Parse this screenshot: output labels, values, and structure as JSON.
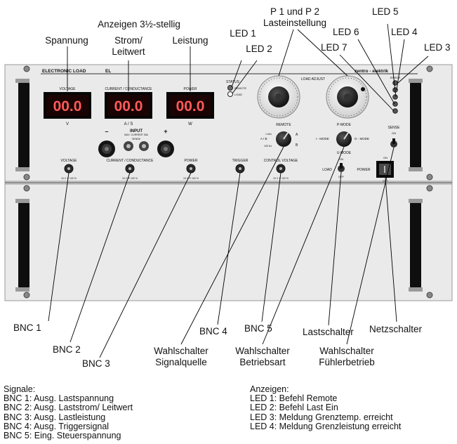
{
  "top_labels": {
    "anzeigen": "Anzeigen 3½-stellig",
    "spannung": "Spannung",
    "strom_line1": "Strom/",
    "strom_line2": "Leitwert",
    "leistung": "Leistung",
    "led1": "LED 1",
    "led2": "LED 2",
    "p1p2_line1": "P 1 und P 2",
    "p1p2_line2": "Lasteinstellung",
    "led3": "LED 3",
    "led4": "LED 4",
    "led5": "LED 5",
    "led6": "LED 6",
    "led7": "LED 7"
  },
  "bottom_labels": {
    "bnc1": "BNC 1",
    "bnc2": "BNC 2",
    "bnc3": "BNC 3",
    "bnc4": "BNC 4",
    "bnc5": "BNC 5",
    "wahl_signal_line1": "Wahlschalter",
    "wahl_signal_line2": "Signalquelle",
    "wahl_betrieb_line1": "Wahlschalter",
    "wahl_betrieb_line2": "Betriebsart",
    "lastschalter": "Lastschalter",
    "netzschalter": "Netzschalter",
    "wahl_fuehler_line1": "Wahlschalter",
    "wahl_fuehler_line2": "Fühlerbetrieb"
  },
  "panel": {
    "brand": "ELECTRONIC LOAD",
    "model": "EL",
    "maker": "zentro - elektrik",
    "status": "STATUS",
    "remote": "REMOTE",
    "load": "LOAD",
    "load_adjust": "LOAD ADJUST",
    "voltage": "VOLTAGE",
    "current_conductance": "CURRENT / CONDUCTANCE",
    "power": "POWER",
    "display_value": "00.0",
    "unit_v": "V",
    "unit_as": "A / S",
    "unit_w": "W",
    "input": "INPUT",
    "input_sub": "MAX. CURRENT 35A",
    "sense": "SENSE",
    "minus": "–",
    "plus": "+",
    "trigger": "TRIGGER",
    "control_voltage": "CONTROL VOLTAGE",
    "remote_sw": "REMOTE",
    "a_b": "A / B",
    "hz_1k": "1 kHz",
    "hz_100": "100 Hz",
    "a": "A",
    "b": "B",
    "p_mode": "P-MODE",
    "i_mode": "I - MODE",
    "g_mode": "G - MODE",
    "u_mode": "U-MODE",
    "sense_sw": "SENSE",
    "on": "ON",
    "off": "OFF",
    "load_sw": "LOAD",
    "power_sw": "POWER",
    "error": "ERROR",
    "bnc_sub": "OUT",
    "bnc_scale": "10 V ≙ 100 %",
    "cv_sub": "IN"
  },
  "legend_signals": {
    "title": "Signale:",
    "items": [
      "BNC 1: Ausg. Lastspannung",
      "BNC 2: Ausg. Laststrom/ Leitwert",
      "BNC 3: Ausg. Lastleistung",
      "BNC 4: Ausg. Triggersignal",
      "BNC 5: Eing. Steuerspannung"
    ]
  },
  "legend_leds": {
    "title": "Anzeigen:",
    "items": [
      "LED 1: Befehl Remote",
      "LED 2: Befehl Last Ein",
      "LED 3: Meldung Grenztemp. erreicht",
      "LED 4: Meldung Grenzleistung erreicht"
    ]
  }
}
